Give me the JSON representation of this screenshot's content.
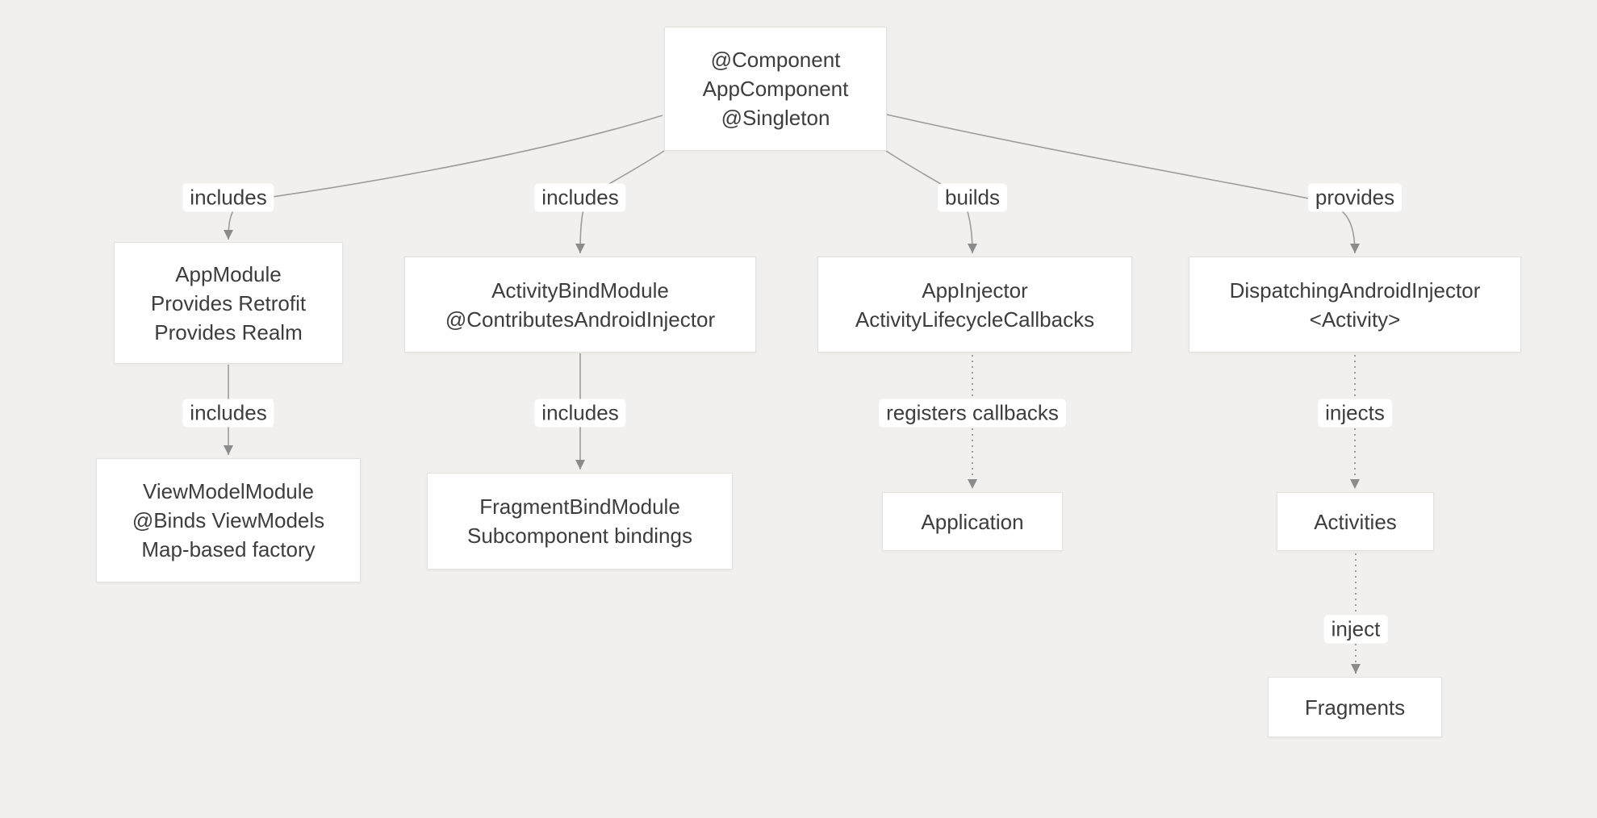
{
  "diagram": {
    "type": "flowchart",
    "direction": "top-down",
    "colors": {
      "background": "#f1f0ee",
      "node_fill": "#fefefe",
      "node_border": "#e3e2df",
      "text": "#3d3d3d",
      "edge_line": "#9c9c9c",
      "arrowhead": "#8b8b8b"
    }
  },
  "nodes": [
    {
      "id": "app-component",
      "lines": [
        "@Component",
        "AppComponent",
        "@Singleton"
      ]
    },
    {
      "id": "app-module",
      "lines": [
        "AppModule",
        "Provides Retrofit",
        "Provides Realm"
      ]
    },
    {
      "id": "activity-bind-module",
      "lines": [
        "ActivityBindModule",
        "@ContributesAndroidInjector"
      ]
    },
    {
      "id": "app-injector",
      "lines": [
        "AppInjector",
        "ActivityLifecycleCallbacks"
      ]
    },
    {
      "id": "dispatching-android-injector",
      "lines": [
        "DispatchingAndroidInjector",
        "<Activity>"
      ]
    },
    {
      "id": "view-model-module",
      "lines": [
        "ViewModelModule",
        "@Binds ViewModels",
        "Map-based factory"
      ]
    },
    {
      "id": "fragment-bind-module",
      "lines": [
        "FragmentBindModule",
        "Subcomponent bindings"
      ]
    },
    {
      "id": "application",
      "lines": [
        "Application"
      ]
    },
    {
      "id": "activities",
      "lines": [
        "Activities"
      ]
    },
    {
      "id": "fragments",
      "lines": [
        "Fragments"
      ]
    }
  ],
  "edges": [
    {
      "from": "AppComponent",
      "to": "AppModule",
      "label": "includes",
      "style": "solid"
    },
    {
      "from": "AppComponent",
      "to": "ActivityBindModule",
      "label": "includes",
      "style": "solid"
    },
    {
      "from": "AppComponent",
      "to": "AppInjector",
      "label": "builds",
      "style": "solid"
    },
    {
      "from": "AppComponent",
      "to": "DispatchingAndroidInjector",
      "label": "provides",
      "style": "solid"
    },
    {
      "from": "AppModule",
      "to": "ViewModelModule",
      "label": "includes",
      "style": "solid"
    },
    {
      "from": "ActivityBindModule",
      "to": "FragmentBindModule",
      "label": "includes",
      "style": "solid"
    },
    {
      "from": "AppInjector",
      "to": "Application",
      "label": "registers callbacks",
      "style": "dotted"
    },
    {
      "from": "DispatchingAndroidInjector",
      "to": "Activities",
      "label": "injects",
      "style": "dotted"
    },
    {
      "from": "Activities",
      "to": "Fragments",
      "label": "inject",
      "style": "dotted"
    }
  ]
}
